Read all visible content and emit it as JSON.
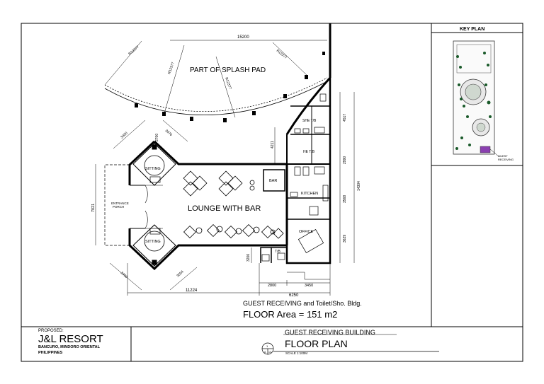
{
  "sheet": {
    "key_plan_title": "KEY PLAN",
    "key_plan_callout": [
      "GUEST",
      "RECEIVING"
    ]
  },
  "plan": {
    "rooms": {
      "splash_pad": "PART OF SPLASH PAD",
      "lounge": "LOUNGE WITH BAR",
      "sitting_top": "SITTING",
      "sitting_bottom": "SITTING",
      "entrance_porch": [
        "ENTRANCE",
        "PORCH"
      ],
      "bar": "BAR",
      "kitchen": "KITCHEN",
      "office": "OFFICE",
      "she_tb": "SHE T/B",
      "he_tb": "HE T/B",
      "tb": "T/B"
    },
    "dimensions": {
      "top_overall": "15200",
      "radius_1": "R12377",
      "radius_2": "R12377",
      "radius_3": "R12377",
      "radius_4": "R12377",
      "left_height": "7021",
      "diag_top_left": "3400",
      "diag_top_right": "3076",
      "diag_top_small": "2700",
      "diag_bottom_left": "3400",
      "diag_bottom_right": "3054",
      "bottom_overall": "11224",
      "bottom_right": "6250",
      "bottom_sub_left": "2800",
      "bottom_sub_right": "3450",
      "right_1": "4517",
      "right_2": "2990",
      "right_3": "3568",
      "right_4": "3629",
      "right_overall": "14304",
      "mid_v": "4211",
      "small_v": "3200"
    },
    "description": "GUEST RECEIVING and Toilet/Sho. Bldg.",
    "floor_area": "FLOOR Area = 151 m2"
  },
  "title_block": {
    "proposed_label": "PROPOSED:",
    "project_name": "J&L RESORT",
    "location_line1": "BANCURO, MINDORO ORIENTAL",
    "location_line2": "PHILIPPINES",
    "building_name": "GUEST RECEIVING BUILDING",
    "drawing_title": "FLOOR PLAN",
    "scale": "SCALE   1:100M",
    "marker_top": "1",
    "marker_bottom_left": "A",
    "marker_bottom_right": "13"
  }
}
